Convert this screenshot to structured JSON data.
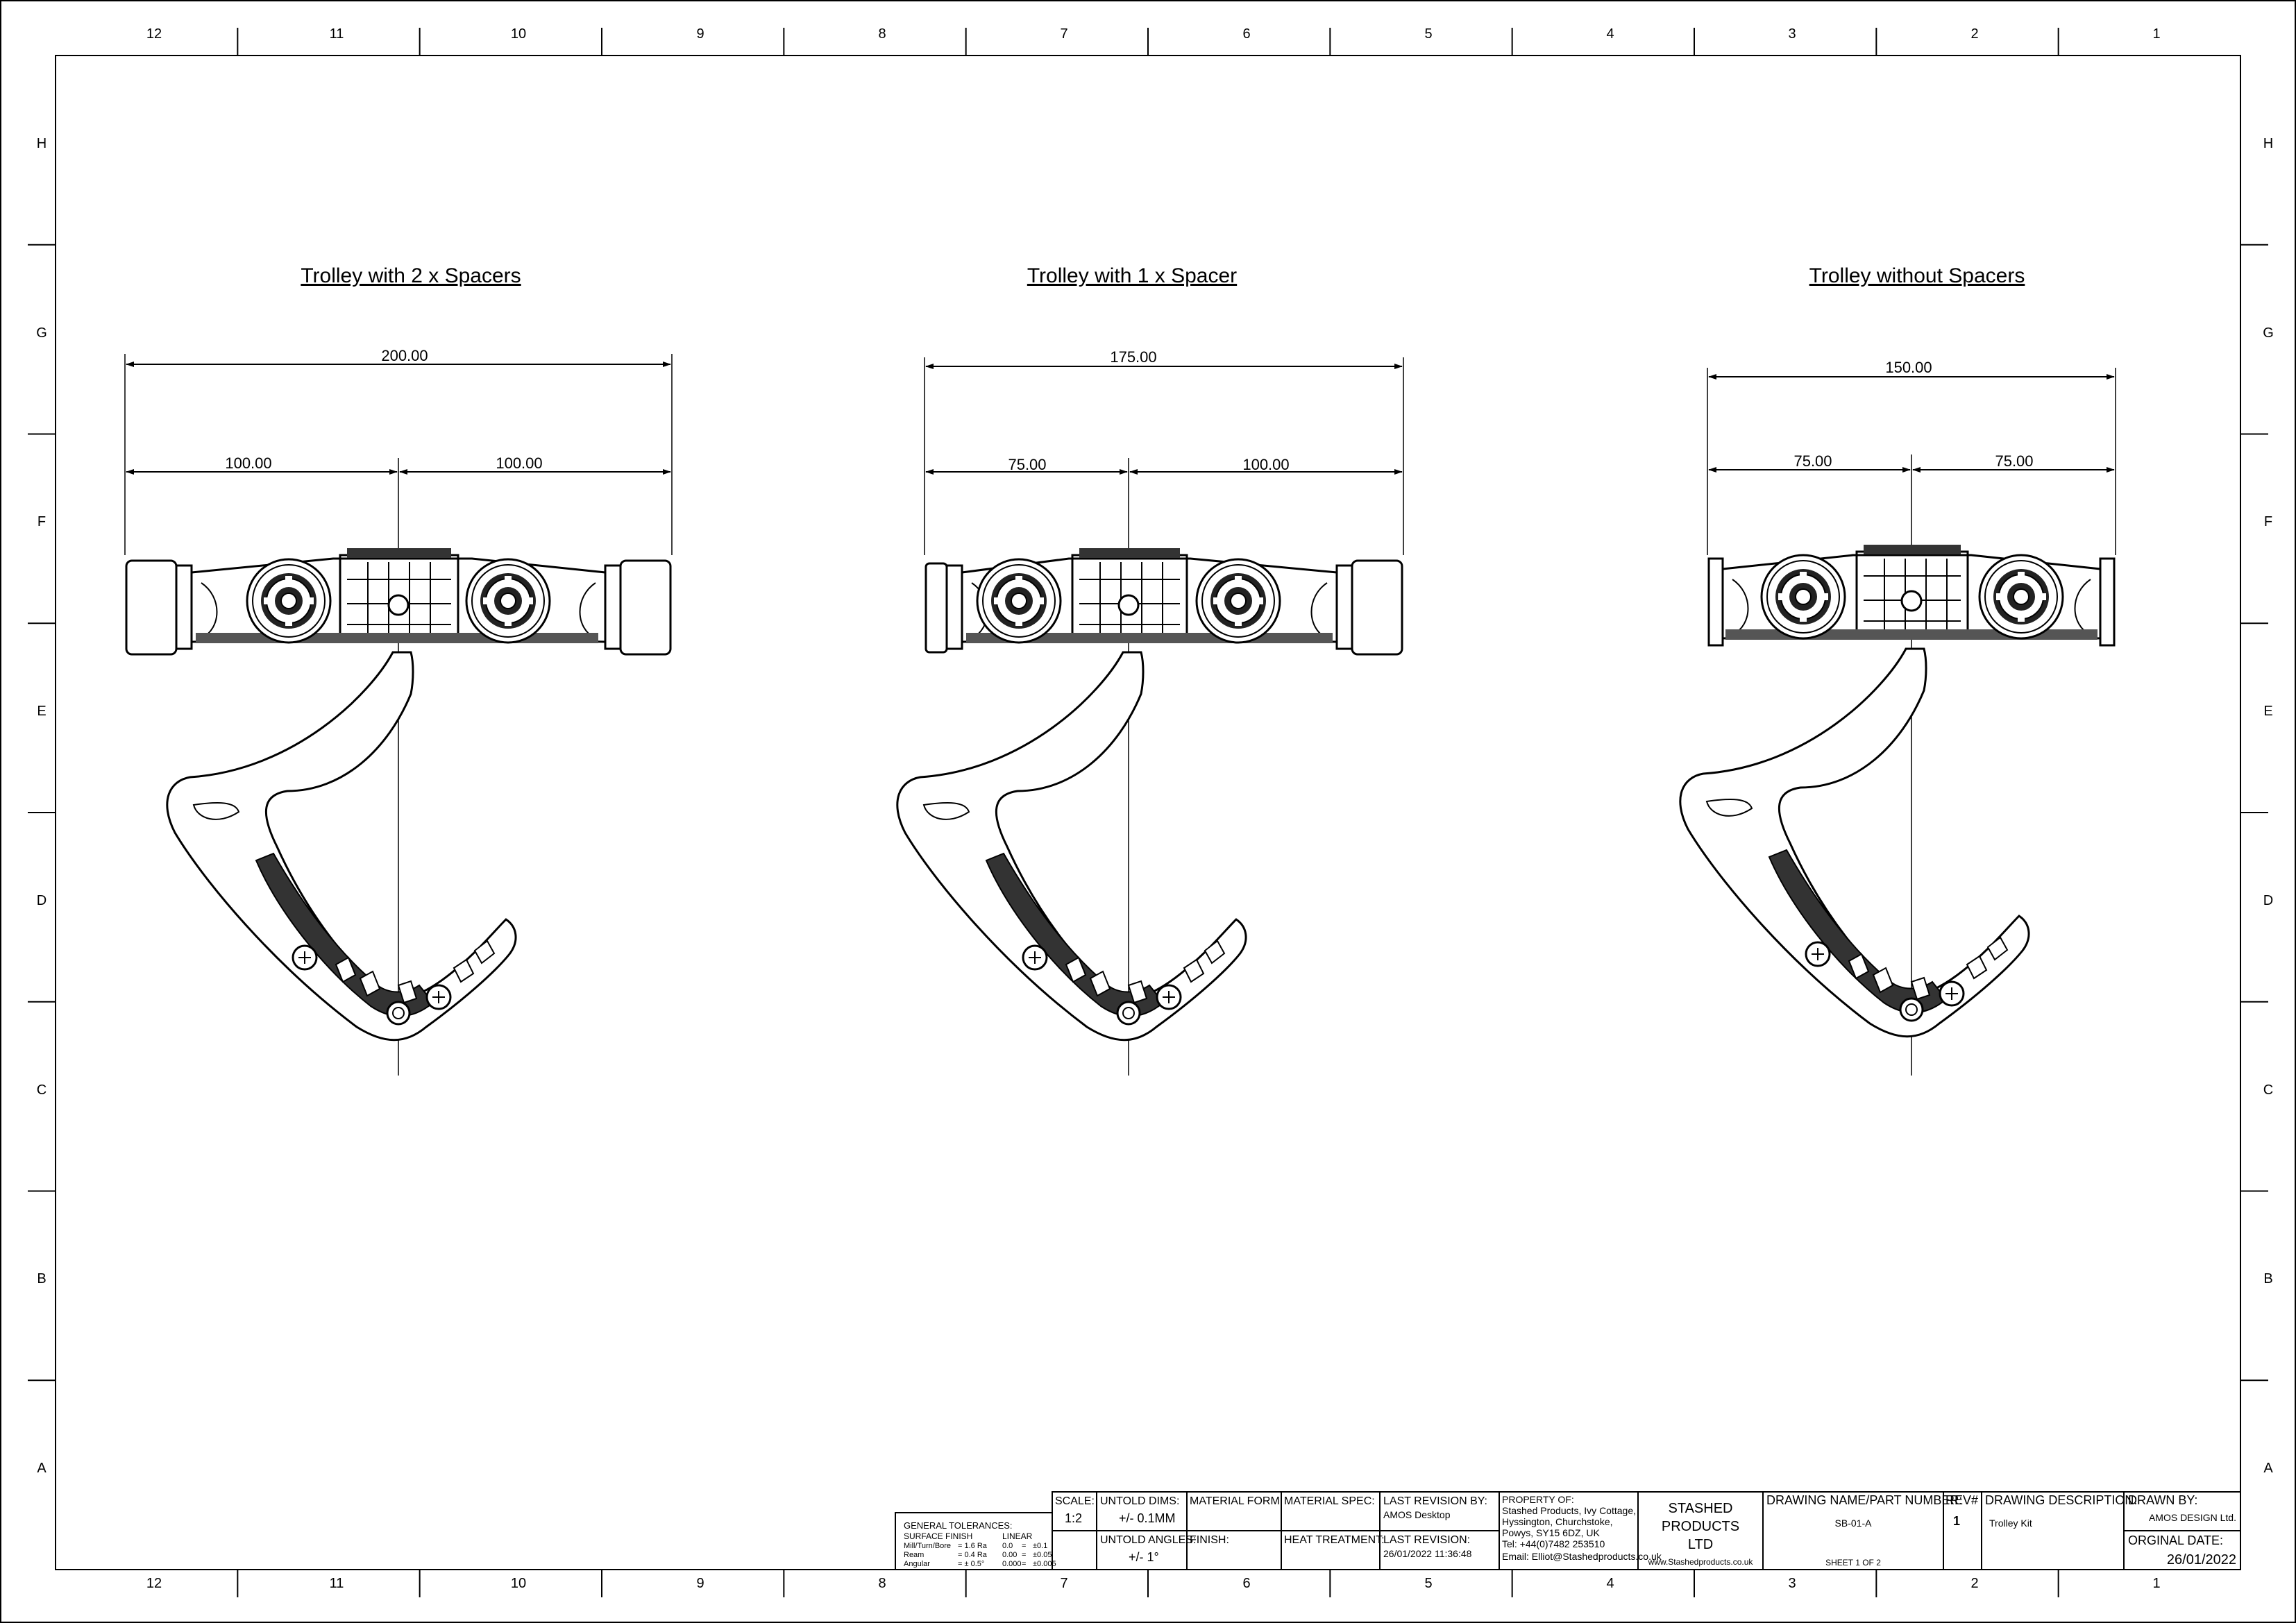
{
  "border": {
    "columns": [
      "12",
      "11",
      "10",
      "9",
      "8",
      "7",
      "6",
      "5",
      "4",
      "3",
      "2",
      "1"
    ],
    "rows": [
      "H",
      "G",
      "F",
      "E",
      "D",
      "C",
      "B",
      "A"
    ]
  },
  "views": [
    {
      "title": "Trolley with 2 x Spacers",
      "overall": "200.00",
      "left": "100.00",
      "right": "100.00"
    },
    {
      "title": "Trolley with 1 x Spacer",
      "overall": "175.00",
      "left": "75.00",
      "right": "100.00"
    },
    {
      "title": "Trolley without Spacers",
      "overall": "150.00",
      "left": "75.00",
      "right": "75.00"
    }
  ],
  "title_block": {
    "general_tolerances": "GENERAL TOLERANCES:",
    "surface_finish": "SURFACE FINISH",
    "linear": "LINEAR",
    "tol_rows": [
      [
        "Mill/Turn/Bore",
        "= 1.6 Ra",
        "0.0",
        "=",
        "±0.1"
      ],
      [
        "Ream",
        "= 0.4 Ra",
        "0.00",
        "=",
        "±0.05"
      ],
      [
        "Angular",
        "= ± 0.5°",
        "0.000",
        "=",
        "±0.005"
      ]
    ],
    "scale_label": "SCALE:",
    "scale_value": "1:2",
    "untold_dims_label": "UNTOLD DIMS:",
    "untold_dims_value": "+/- 0.1MM",
    "untold_angles_label": "UNTOLD ANGLES:",
    "untold_angles_value": "+/- 1°",
    "material_form_label": "MATERIAL FORM:",
    "finish_label": "FINISH:",
    "material_spec_label": "MATERIAL SPEC:",
    "heat_treatment_label": "HEAT TREATMENT:",
    "last_revision_by_label": "LAST REVISION BY:",
    "last_revision_by_value": "AMOS Desktop",
    "last_revision_label": "LAST REVISION:",
    "last_revision_value": "26/01/2022 11:36:48",
    "property_lines": [
      "PROPERTY OF:",
      "Stashed Products, Ivy Cottage,",
      "Hyssington, Churchstoke,",
      "Powys, SY15 6DZ, UK",
      "Tel: +44(0)7482 253510",
      "Email: Elliot@Stashedproducts.co.uk"
    ],
    "company_lines": [
      "STASHED",
      "PRODUCTS",
      "LTD"
    ],
    "company_website": "www.Stashedproducts.co.uk",
    "drawing_name_label": "DRAWING NAME/PART NUMBER:",
    "drawing_name_value": "SB-01-A",
    "sheet_value": "SHEET 1 OF 2",
    "rev_label": "REV#",
    "rev_value": "1",
    "description_label": "DRAWING DESCRIPTION:",
    "description_value": "Trolley Kit",
    "drawn_by_label": "DRAWN BY:",
    "drawn_by_value": "AMOS DESIGN Ltd.",
    "original_date_label": "ORGINAL DATE:",
    "original_date_value": "26/01/2022"
  }
}
